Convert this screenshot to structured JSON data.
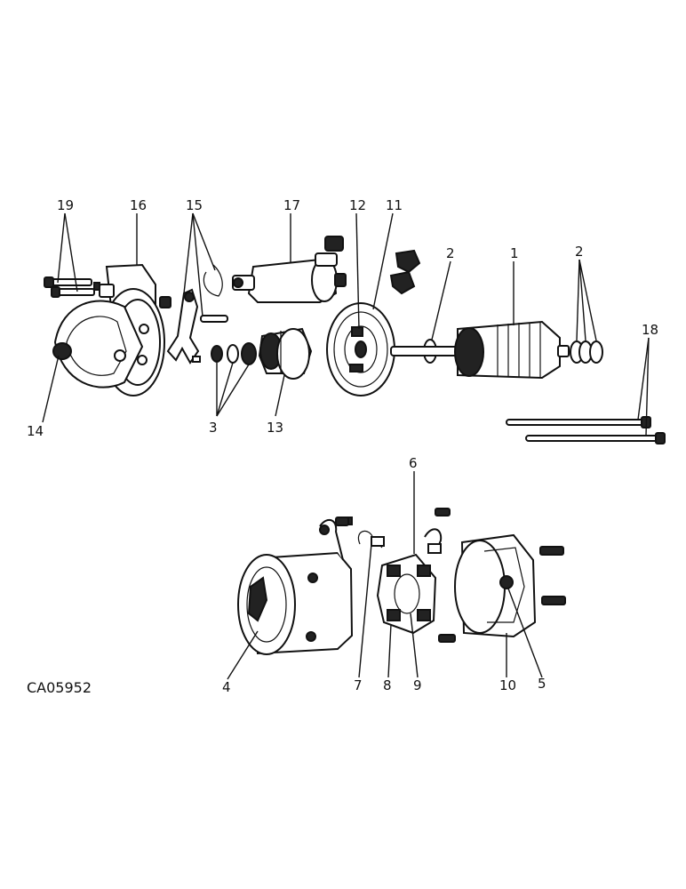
{
  "drawing_code": "CA05952",
  "callouts": {
    "c19": "19",
    "c16": "16",
    "c15": "15",
    "c17": "17",
    "c12": "12",
    "c11": "11",
    "c2a": "2",
    "c1": "1",
    "c2b": "2",
    "c18": "18",
    "c14": "14",
    "c3": "3",
    "c13": "13",
    "c6": "6",
    "c4": "4",
    "c7": "7",
    "c8": "8",
    "c9": "9",
    "c10": "10",
    "c5": "5"
  }
}
